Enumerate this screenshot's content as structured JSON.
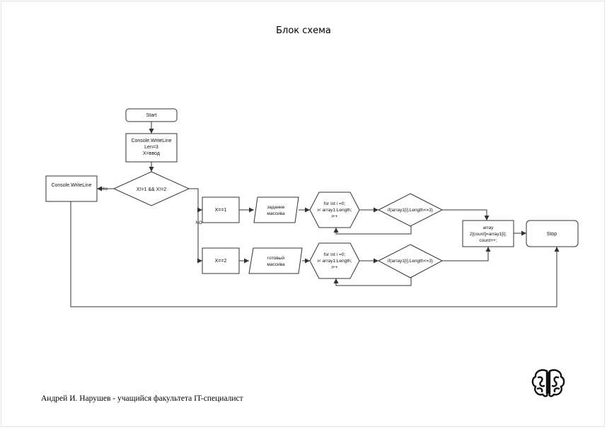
{
  "title": "Блок схема",
  "footer": "Андрей И.  Нарушев - учащийся факультета IT-специалист",
  "logo": {
    "icon": "brain-icon",
    "color": "#111111"
  },
  "nodes": {
    "start": "Start",
    "init": [
      "Console.WriteLine",
      "Len=3",
      "X=ввод"
    ],
    "condition": "X!=1 && X!=2",
    "error_output": "Console.WriteLine",
    "x1": "X==1",
    "input1": [
      "задание",
      "массива"
    ],
    "loop1": [
      "for int i =0;",
      "i< array1.Length;",
      "i++"
    ],
    "if1": "if(array1[i].Length<=3)",
    "x2": "X==2",
    "input2": [
      "готовый",
      "массива"
    ],
    "loop2": [
      "for int i =0;",
      "i< array1.Length;",
      "i++"
    ],
    "if2": "if(array1[i].Length<=3)",
    "assign": [
      "array",
      "2[count]=array1[i];",
      "count++;"
    ],
    "stop": "Stop"
  },
  "edge_labels": {
    "yes": "Yes",
    "no": "NO"
  }
}
